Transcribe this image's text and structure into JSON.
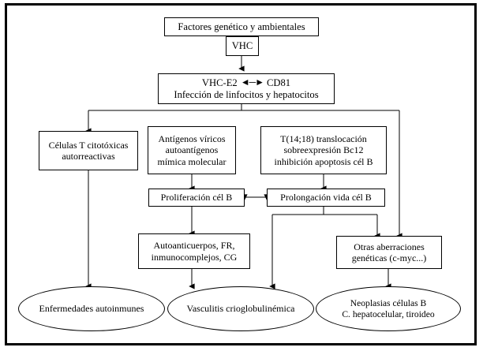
{
  "diagram": {
    "title_present": false,
    "border_color": "#000000",
    "background_color": "#ffffff",
    "line_color": "#000000",
    "nodes": {
      "factores": {
        "label": "Factores genético y ambientales",
        "shape": "box"
      },
      "vhc": {
        "label": "VHC",
        "shape": "box"
      },
      "vhc_e2": {
        "line1_left": "VHC-E2",
        "line1_arrow": "◄─►",
        "line1_right": "CD81",
        "line2": "Infección de linfocitos y hepatocitos",
        "shape": "box"
      },
      "celulas_t": {
        "label": "Células T citotóxicas\nautorreactivas",
        "shape": "box"
      },
      "antigenos": {
        "label": "Antígenos víricos\nautoantígenos\nmímica molecular",
        "shape": "box"
      },
      "translocacion": {
        "label": "T(14;18) translocación\nsobreexpresión Bc12\ninhibición apoptosis cél B",
        "shape": "box"
      },
      "proliferacion": {
        "label": "Proliferación cél B",
        "shape": "box"
      },
      "prolongacion": {
        "label": "Prolongación vida cél B",
        "shape": "box"
      },
      "autoanticuerpos": {
        "label": "Autoanticuerpos, FR,\ninmunocomplejos, CG",
        "shape": "box"
      },
      "otras_aberraciones": {
        "label": "Otras aberraciones\ngenéticas  (c-myc...)",
        "shape": "box"
      },
      "enfermedades": {
        "label": "Enfermedades autoinmunes",
        "shape": "ellipse"
      },
      "vasculitis": {
        "label": "Vasculitis crioglobulinémica",
        "shape": "ellipse"
      },
      "neoplasias": {
        "label": "Neoplasias células B\nC. hepatocelular, tiroideo",
        "shape": "ellipse"
      }
    },
    "edges": [
      {
        "from": "factores",
        "to": "vhc",
        "type": "line"
      },
      {
        "from": "vhc",
        "to": "vhc_e2",
        "type": "arrow"
      },
      {
        "from": "vhc_e2",
        "to": "celulas_t",
        "type": "arrow"
      },
      {
        "from": "vhc_e2",
        "to": "otras_aberraciones",
        "type": "arrow"
      },
      {
        "from": "antigenos",
        "to": "proliferacion",
        "type": "arrow"
      },
      {
        "from": "translocacion",
        "to": "prolongacion",
        "type": "arrow"
      },
      {
        "from": "proliferacion",
        "to": "prolongacion",
        "type": "double-arrow"
      },
      {
        "from": "proliferacion",
        "to": "autoanticuerpos",
        "type": "arrow"
      },
      {
        "from": "prolongacion",
        "to": "vasculitis",
        "type": "arrow"
      },
      {
        "from": "prolongacion",
        "to": "otras_aberraciones",
        "type": "arrow"
      },
      {
        "from": "celulas_t",
        "to": "enfermedades",
        "type": "arrow"
      },
      {
        "from": "autoanticuerpos",
        "to": "vasculitis",
        "type": "arrow"
      },
      {
        "from": "otras_aberraciones",
        "to": "neoplasias",
        "type": "arrow"
      }
    ]
  }
}
